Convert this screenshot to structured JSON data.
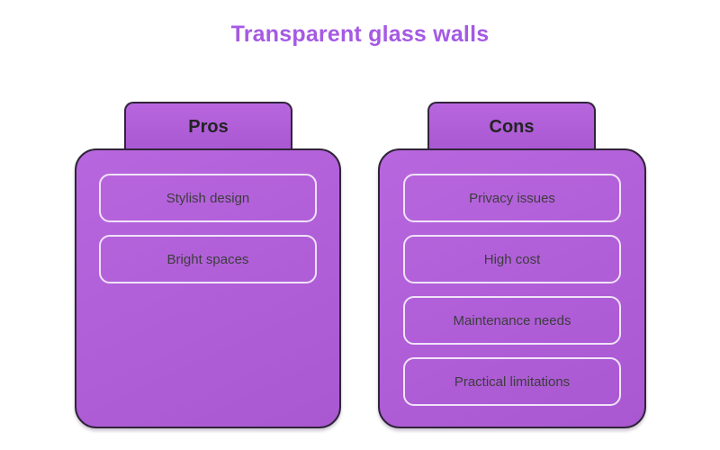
{
  "title": "Transparent glass walls",
  "colors": {
    "title_color": "#a55ae3",
    "panel_fill_top": "#b866de",
    "panel_fill_bottom": "#a958d2",
    "panel_border": "#30243a",
    "item_border": "#f0e3fa",
    "item_text": "#3d3d3d",
    "header_text": "#232323",
    "page_bg": "#ffffff"
  },
  "columns": [
    {
      "header": "Pros",
      "items": [
        "Stylish design",
        "Bright spaces"
      ]
    },
    {
      "header": "Cons",
      "items": [
        "Privacy issues",
        "High cost",
        "Maintenance needs",
        "Practical limitations"
      ]
    }
  ]
}
